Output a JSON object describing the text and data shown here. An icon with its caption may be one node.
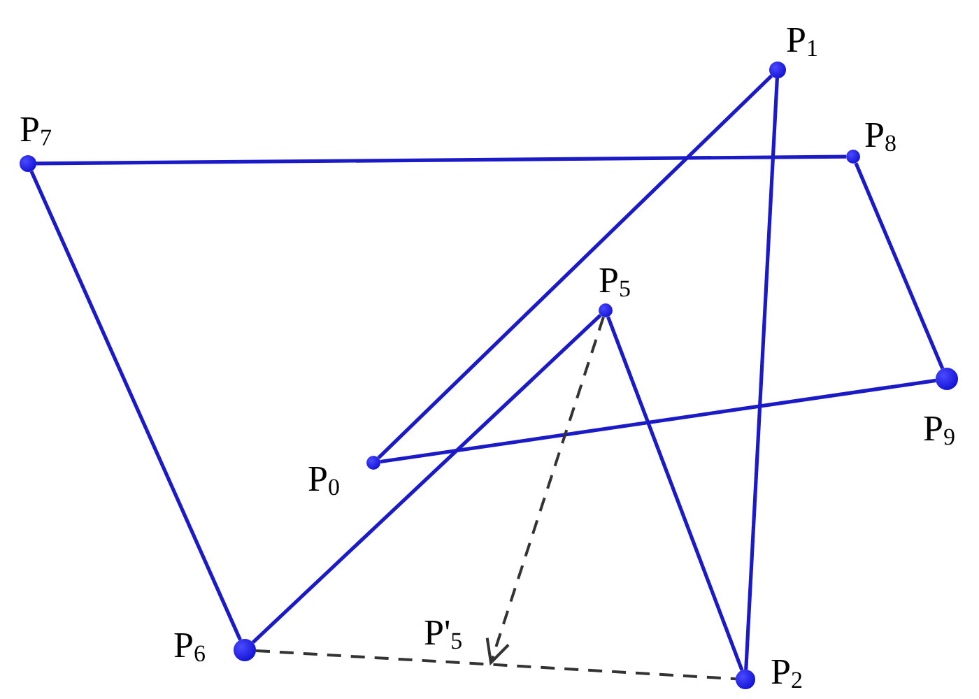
{
  "diagram": {
    "nodes": [
      {
        "text": [],
        "shape": "circle",
        "beside": [
          "P$_{0}$"
        ]
      },
      {
        "text": [],
        "shape": "circle",
        "beside": [
          "P$_{1}$"
        ]
      },
      {
        "text": [],
        "shape": "circle",
        "beside": [
          "P$_{2}$"
        ]
      },
      {
        "text": [],
        "shape": "circle",
        "beside": [
          "P$_{5}$"
        ]
      },
      {
        "text": [],
        "shape": "circle",
        "beside": [
          "P$_{6}$"
        ]
      },
      {
        "text": [],
        "shape": "circle",
        "beside": [
          "P$_{7}$"
        ]
      },
      {
        "text": [],
        "shape": "circle",
        "beside": [
          "P$_{8}$"
        ]
      },
      {
        "text": [],
        "shape": "circle",
        "beside": [
          "P$_{9}$"
        ]
      },
      {
        "text": [
          "P'$_{5}$"
        ]
      }
    ],
    "edges": [
      {
        "from": 0,
        "to": 1,
        "arrow": "none"
      },
      {
        "from": 1,
        "to": 2,
        "arrow": "none"
      },
      {
        "from": 2,
        "to": 3,
        "arrow": "none"
      },
      {
        "from": 3,
        "to": 4,
        "arrow": "none"
      },
      {
        "from": 4,
        "to": 5,
        "arrow": "none"
      },
      {
        "from": 5,
        "to": 6,
        "arrow": "none"
      },
      {
        "from": 6,
        "to": 7,
        "arrow": "none"
      },
      {
        "from": 7,
        "to": 0,
        "arrow": "none"
      },
      {
        "from": 3,
        "to": 8,
        "arrow": "to",
        "style": "dashed",
        "color": "#333333"
      },
      {
        "from": 4,
        "to": 2,
        "arrow": "none",
        "style": "dashed",
        "color": "#333333"
      }
    ]
  }
}
